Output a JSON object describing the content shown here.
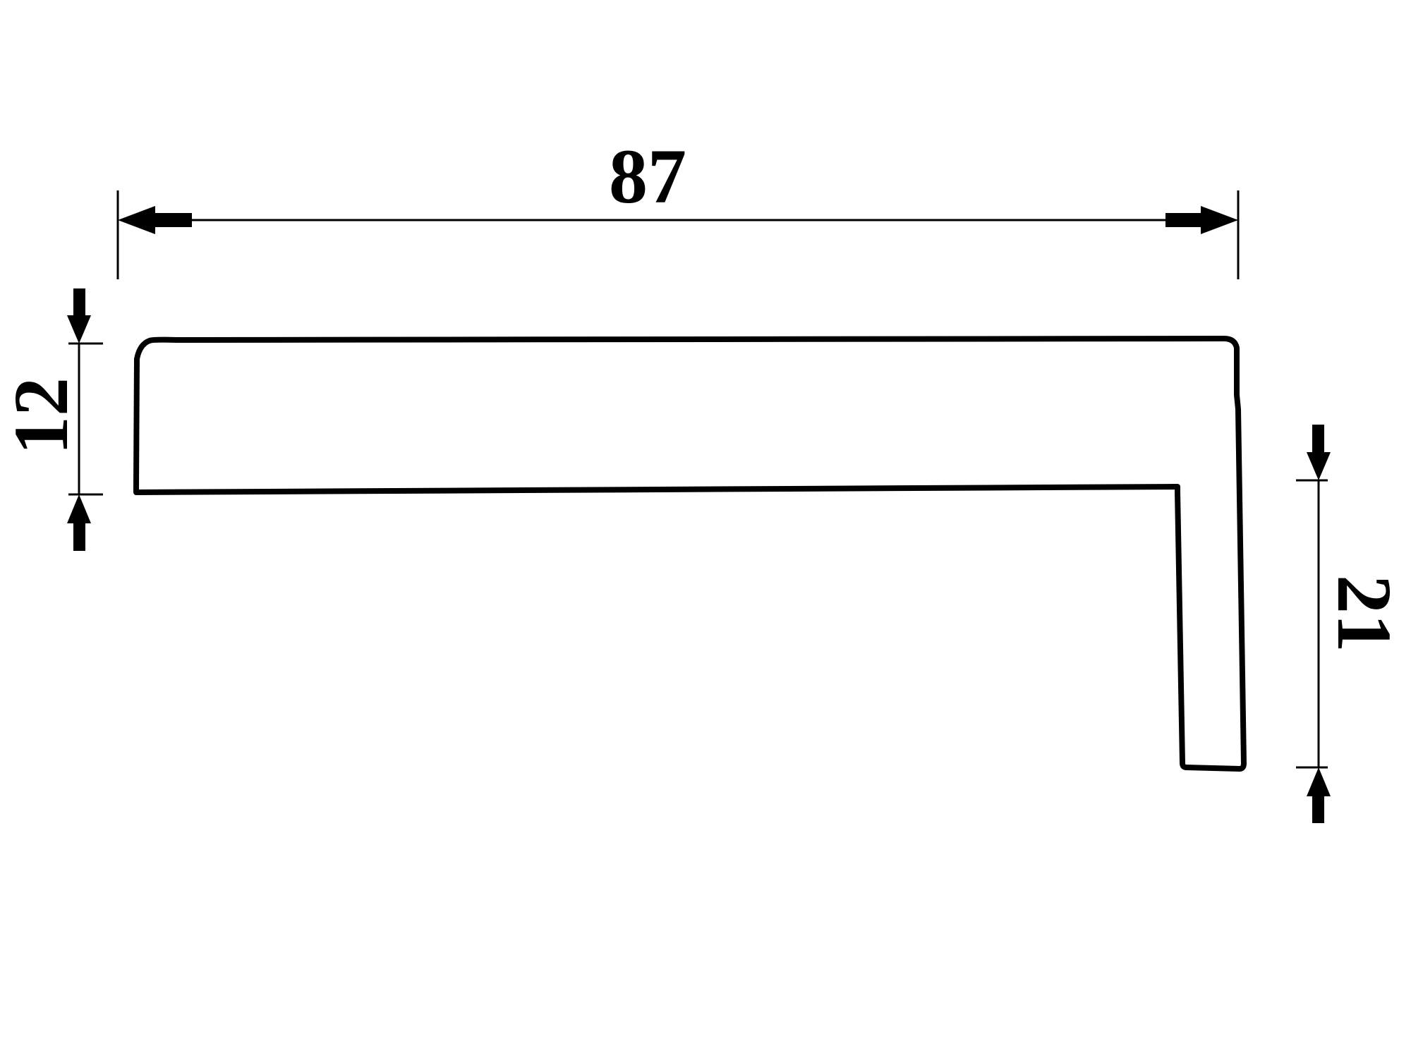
{
  "dimensions": {
    "overall_width": {
      "value": "87"
    },
    "flange_thickness": {
      "value": "12"
    },
    "leg_height": {
      "value": "21"
    }
  },
  "colors": {
    "line": "#000000",
    "background": "#ffffff"
  }
}
